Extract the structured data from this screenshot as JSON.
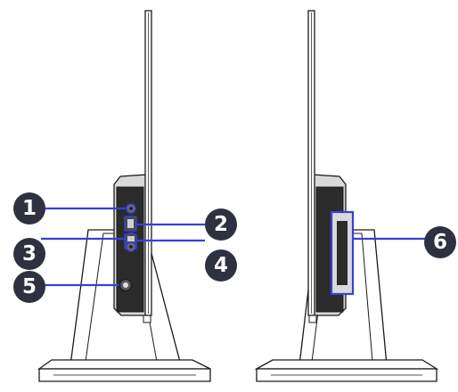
{
  "figure": {
    "views": [
      {
        "id": "left-side-view"
      },
      {
        "id": "right-side-view"
      }
    ],
    "callouts": [
      "1",
      "2",
      "3",
      "4",
      "5",
      "6"
    ],
    "colors": {
      "callout_fill": "#2e3140",
      "callout_text": "#ffffff",
      "highlight": "#3a3fd6",
      "outline": "#1a1a1a",
      "panel": "#d9d9d9",
      "dark_panel": "#2b2b2b"
    }
  }
}
